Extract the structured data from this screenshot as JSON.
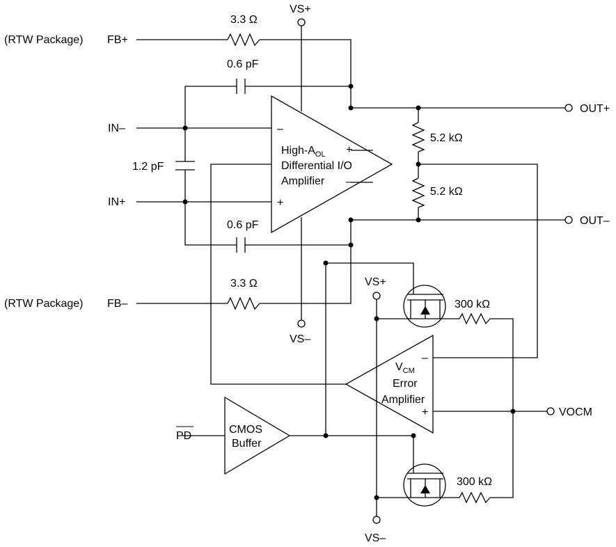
{
  "diagram": {
    "pkg_top": "(RTW Package)",
    "pkg_bot": "(RTW Package)",
    "fb_plus": "FB+",
    "fb_minus": "FB–",
    "in_minus": "IN–",
    "in_plus": "IN+",
    "r_fb_top": "3.3 Ω",
    "r_fb_bot": "3.3 Ω",
    "c_top": "0.6 pF",
    "c_bot": "0.6 pF",
    "c_in": "1.2 pF",
    "vs_plus_top": "VS+",
    "vs_minus_mid": "VS–",
    "vs_plus_mid": "VS+",
    "vs_minus_bot": "VS–",
    "amp_line1_main": "High-A",
    "amp_line1_sub": "OL",
    "amp_line2": "Differential I/O",
    "amp_line3": "Amplifier",
    "amp_in_minus": "–",
    "amp_in_plus": "+",
    "amp_out_plus": "+",
    "amp_out_minus": "–",
    "r_div_top": "5.2 kΩ",
    "r_div_bot": "5.2 kΩ",
    "out_plus": "OUT+",
    "out_minus": "OUT–",
    "err_line1_main": "V",
    "err_line1_sub": "CM",
    "err_line2": "Error",
    "err_line3": "Amplifier",
    "err_in_minus": "–",
    "err_in_plus": "+",
    "r_bias_top": "300 kΩ",
    "r_bias_bot": "300 kΩ",
    "vocm": "VOCM",
    "pd": "PD",
    "buf_line1": "CMOS",
    "buf_line2": "Buffer"
  }
}
